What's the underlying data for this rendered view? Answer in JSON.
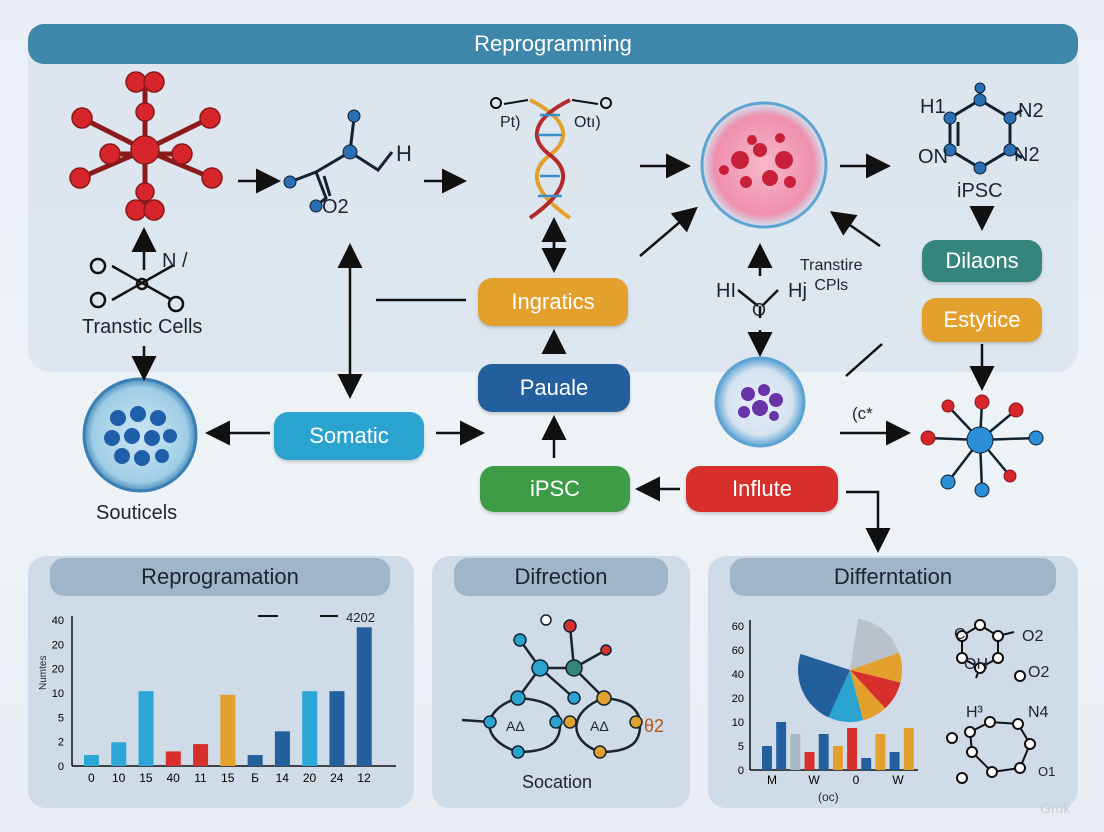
{
  "title": "Reprogramming",
  "nodes": {
    "transtic_cells": "Transtic Cells",
    "souticels": "Souticels",
    "somatic": "Somatic",
    "ingratics": "Ingratics",
    "pauale": "Pauale",
    "ipsc_pill": "iPSC",
    "influte": "Influte",
    "ipsc_label": "iPSC",
    "dilaons": "Dilaons",
    "estytice": "Estytice",
    "transtire": "Transtire\nCPls",
    "ce_label": "(c*"
  },
  "chem_labels": {
    "h_right": "H",
    "o2": "O2",
    "pt": "Pt)",
    "ot": "Otı)",
    "hi_left": "HI",
    "hj": "Hj",
    "o_mid": "O",
    "h1": "H1",
    "n2_top": "N2",
    "n2_bottom": "N2",
    "on": "ON",
    "n_slash": "N /",
    "a_left": "AΔ",
    "a_right": "AΔ",
    "theta2": "θ2",
    "c_right": "C",
    "o2_right": "O2",
    "oh": "OH",
    "o2_lower": "O2",
    "h_super": "H³",
    "n4": "N4",
    "o1": "O1"
  },
  "colors": {
    "title": "#3f86ab",
    "orange": "#e3a02c",
    "navy": "#235f9c",
    "green": "#3e9c47",
    "red": "#d7302c",
    "cyan": "#2aa3cf",
    "teal": "#36857c"
  },
  "panels": {
    "left_title": "Reprogramation",
    "middle_title": "Difrection",
    "middle_caption": "Socation",
    "right_title": "Differntation",
    "right_caption": "(oc)"
  },
  "chart_data": [
    {
      "type": "bar",
      "ylabel": "Numtes",
      "legend_value": "4202",
      "y_ticks": [
        "40",
        "20",
        "20",
        "10",
        "5",
        "2",
        "0"
      ],
      "categories": [
        "0",
        "10",
        "15",
        "40",
        "11",
        "15",
        "Б",
        "14",
        "20",
        "24",
        "12"
      ],
      "values": [
        3,
        6.5,
        20.5,
        4,
        6,
        19.5,
        3,
        9.5,
        20.5,
        20.5,
        38
      ],
      "bar_colors": [
        "#2ba6d6",
        "#2ba6d6",
        "#2ba6d6",
        "#d7302c",
        "#d7302c",
        "#e3a02c",
        "#235f9c",
        "#235f9c",
        "#2ba6d6",
        "#235f9c",
        "#235f9c"
      ]
    },
    {
      "type": "bar",
      "y_ticks": [
        "60",
        "60",
        "40",
        "20",
        "10",
        "5",
        "0"
      ],
      "categories": [
        "M",
        "W",
        "0",
        "W"
      ],
      "values": [
        4,
        8,
        6,
        3,
        6,
        4,
        7,
        2,
        6,
        3,
        7
      ],
      "bar_colors": [
        "#235f9c",
        "#235f9c",
        "#a9b7c6",
        "#d7302c",
        "#235f9c",
        "#e3a02c",
        "#d7302c",
        "#235f9c",
        "#e3a02c",
        "#235f9c",
        "#e3a02c"
      ]
    },
    {
      "type": "pie",
      "slices": [
        {
          "value": 30,
          "color": "#235f9c"
        },
        {
          "value": 14,
          "color": "#2aa3cf"
        },
        {
          "value": 10,
          "color": "#e3a02c"
        },
        {
          "value": 12,
          "color": "#d7302c"
        },
        {
          "value": 12,
          "color": "#e3a02c"
        },
        {
          "value": 22,
          "color": "#b9c2cb"
        }
      ]
    }
  ],
  "watermark": "Grok"
}
